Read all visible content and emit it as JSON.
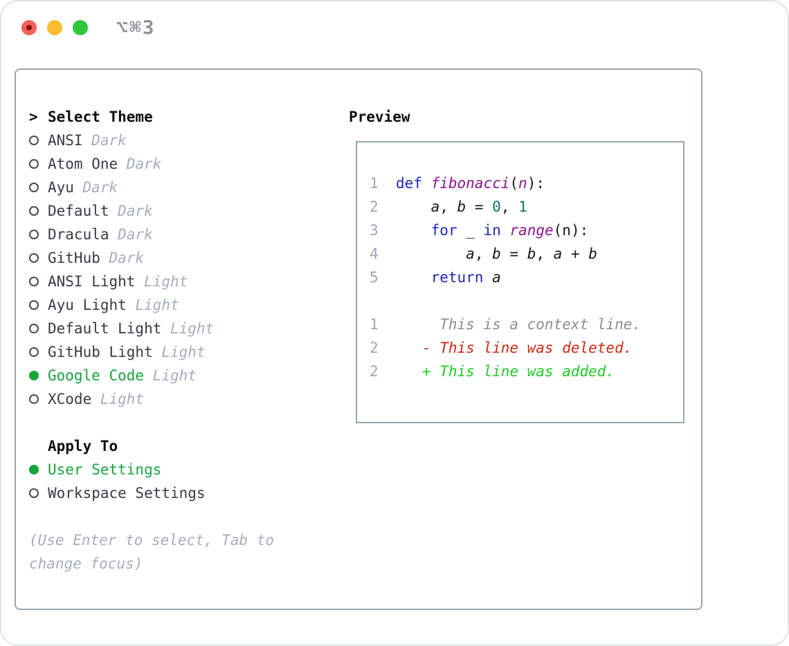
{
  "window": {
    "title": "⌥⌘3",
    "traffic_lights": [
      {
        "name": "close"
      },
      {
        "name": "minimize"
      },
      {
        "name": "zoom"
      }
    ]
  },
  "colors": {
    "accent_green": "#16a43c",
    "diff_red": "#cb2a16",
    "diff_green": "#20c926",
    "keyword_blue": "#2027b5",
    "function_purple": "#8e1391",
    "literal_teal": "#0e7468",
    "dim_gray": "#a5aebc",
    "border_gray": "#9aa4b0"
  },
  "theme_picker": {
    "cursor": ">",
    "header": "Select Theme",
    "themes": [
      {
        "name": "ANSI",
        "variant": "Dark",
        "selected": false
      },
      {
        "name": "Atom One",
        "variant": "Dark",
        "selected": false
      },
      {
        "name": "Ayu",
        "variant": "Dark",
        "selected": false
      },
      {
        "name": "Default",
        "variant": "Dark",
        "selected": false
      },
      {
        "name": "Dracula",
        "variant": "Dark",
        "selected": false
      },
      {
        "name": "GitHub",
        "variant": "Dark",
        "selected": false
      },
      {
        "name": "ANSI Light",
        "variant": "Light",
        "selected": false
      },
      {
        "name": "Ayu Light",
        "variant": "Light",
        "selected": false
      },
      {
        "name": "Default Light",
        "variant": "Light",
        "selected": false
      },
      {
        "name": "GitHub Light",
        "variant": "Light",
        "selected": false
      },
      {
        "name": "Google Code",
        "variant": "Light",
        "selected": true
      },
      {
        "name": "XCode",
        "variant": "Light",
        "selected": false
      }
    ]
  },
  "apply_to": {
    "header": "Apply To",
    "options": [
      {
        "name": "User Settings",
        "selected": true
      },
      {
        "name": "Workspace Settings",
        "selected": false
      }
    ]
  },
  "hint": {
    "lines": [
      "(Use Enter to select, Tab to",
      "change focus)"
    ]
  },
  "preview": {
    "header": "Preview",
    "code_lines": [
      {
        "num": "1",
        "tokens": [
          {
            "t": "def",
            "c": "kw"
          },
          {
            "t": " ",
            "c": "pl"
          },
          {
            "t": "fibonacci",
            "c": "fn"
          },
          {
            "t": "(",
            "c": "pl"
          },
          {
            "t": "n",
            "c": "fn"
          },
          {
            "t": "):",
            "c": "pl"
          }
        ]
      },
      {
        "num": "2",
        "tokens": [
          {
            "t": "    ",
            "c": "pl"
          },
          {
            "t": "a",
            "c": "var"
          },
          {
            "t": ", ",
            "c": "pl"
          },
          {
            "t": "b",
            "c": "var"
          },
          {
            "t": " = ",
            "c": "pl"
          },
          {
            "t": "0",
            "c": "num"
          },
          {
            "t": ", ",
            "c": "pl"
          },
          {
            "t": "1",
            "c": "num"
          }
        ]
      },
      {
        "num": "3",
        "tokens": [
          {
            "t": "    ",
            "c": "pl"
          },
          {
            "t": "for",
            "c": "kw"
          },
          {
            "t": " ",
            "c": "pl"
          },
          {
            "t": "_",
            "c": "var"
          },
          {
            "t": " ",
            "c": "pl"
          },
          {
            "t": "in",
            "c": "kw"
          },
          {
            "t": " ",
            "c": "pl"
          },
          {
            "t": "range",
            "c": "fn"
          },
          {
            "t": "(n):",
            "c": "pl"
          }
        ]
      },
      {
        "num": "4",
        "tokens": [
          {
            "t": "        ",
            "c": "pl"
          },
          {
            "t": "a",
            "c": "var"
          },
          {
            "t": ", ",
            "c": "pl"
          },
          {
            "t": "b",
            "c": "var"
          },
          {
            "t": " = ",
            "c": "pl"
          },
          {
            "t": "b",
            "c": "var"
          },
          {
            "t": ", ",
            "c": "pl"
          },
          {
            "t": "a",
            "c": "var"
          },
          {
            "t": " + ",
            "c": "pl"
          },
          {
            "t": "b",
            "c": "var"
          }
        ]
      },
      {
        "num": "5",
        "tokens": [
          {
            "t": "    ",
            "c": "pl"
          },
          {
            "t": "return",
            "c": "kw"
          },
          {
            "t": " ",
            "c": "pl"
          },
          {
            "t": "a",
            "c": "var"
          }
        ]
      }
    ],
    "diff_lines": [
      {
        "num": "1",
        "text": "     This is a context line.",
        "type": "context"
      },
      {
        "num": "2",
        "text": "   - This line was deleted.",
        "type": "deleted"
      },
      {
        "num": "2",
        "text": "   + This line was added.",
        "type": "added"
      }
    ]
  }
}
